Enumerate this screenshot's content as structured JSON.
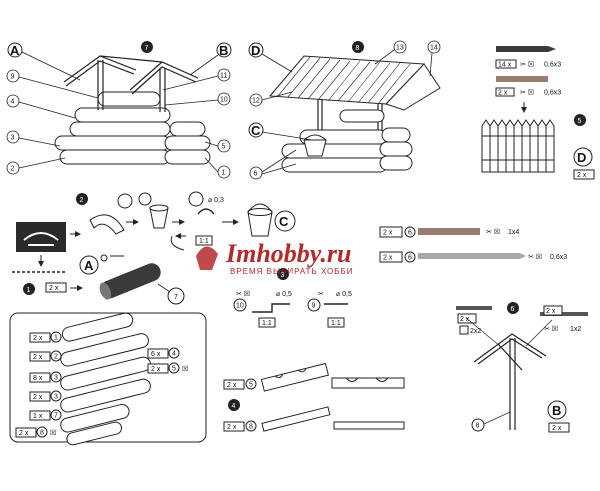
{
  "section_labels": {
    "A": "A",
    "B": "B",
    "C": "C",
    "D": "D"
  },
  "part_numbers": [
    "1",
    "2",
    "3",
    "4",
    "5",
    "6",
    "7",
    "8",
    "9",
    "10",
    "11",
    "12",
    "13",
    "14"
  ],
  "steps": {
    "s1": "1",
    "s2": "2",
    "s3": "3",
    "s4": "4",
    "s5": "5",
    "s6": "6",
    "s7": "7",
    "s8": "8"
  },
  "quantities": {
    "q2x": "2 x",
    "q14x": "14 x",
    "q8x": "8 x",
    "q6x": "6 x",
    "q1x": "1 x"
  },
  "sizes": {
    "d03": "⌀ 0,3",
    "d05": "⌀ 0,5",
    "s06x3": "0,6x3",
    "s1x4": "1x4",
    "s2x2": "2x2",
    "s1x2": "1x2",
    "ratio": "1:1"
  },
  "watermark": {
    "brand": "Imhobby.ru",
    "tagline": "ВРЕМЯ ВЫБИРАТЬ ХОББИ"
  },
  "colors": {
    "line": "#222222",
    "card_dark": "#2a2a2a",
    "card_brown": "#9a7c6e",
    "card_gray": "#a8a8a8",
    "accent": "#b32a2a"
  }
}
